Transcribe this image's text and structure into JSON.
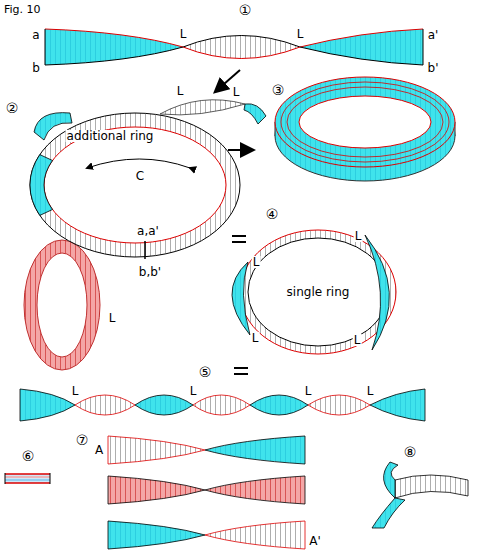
{
  "diagram": {
    "title": "Fig. 10",
    "labels": [
      "①",
      "a",
      "L",
      "L",
      "a'",
      "b",
      "b'",
      "②",
      "L",
      "L",
      "③",
      "additional ring",
      "C",
      "④",
      "L",
      "a,a'",
      "L",
      "b,b'",
      "single ring",
      "L",
      "L",
      "L",
      "⑤",
      "L",
      "L",
      "L",
      "L",
      "⑦",
      "A",
      "⑧",
      "⑥",
      "A'"
    ]
  }
}
